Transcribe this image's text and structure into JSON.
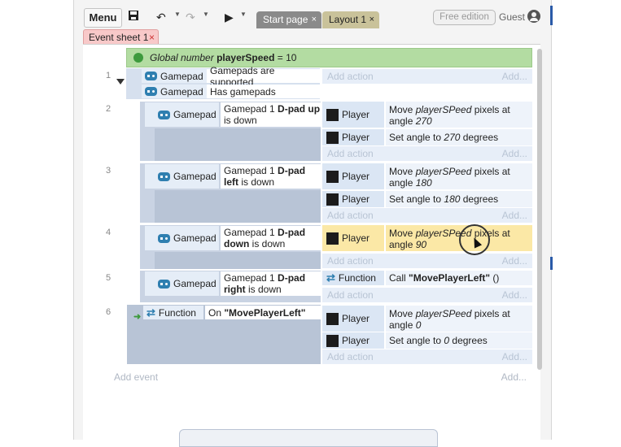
{
  "toolbar": {
    "menu": "Menu"
  },
  "tabs": [
    {
      "label": "Start page",
      "close": "×"
    },
    {
      "label": "Layout 1",
      "close": "×"
    }
  ],
  "account": {
    "edition": "Free edition",
    "user": "Guest"
  },
  "sheet_tab": {
    "label": "Event sheet 1",
    "close": "×"
  },
  "global_var": {
    "prefix": "Global number",
    "name": "playerSpeed",
    "value": "= 10"
  },
  "events": {
    "e1": {
      "num": "1",
      "c1_obj": "Gamepad",
      "c1_text": "Gamepads are supported",
      "c2_obj": "Gamepad",
      "c2_text": "Has gamepads"
    },
    "e2": {
      "num": "2",
      "obj": "Gamepad",
      "cond_a": "Gamepad 1 ",
      "cond_b": "D-pad up",
      "cond_c": " is down",
      "a1_obj": "Player",
      "a1_a": "Move ",
      "a1_b": "playerSPeed",
      "a1_c": " pixels at angle ",
      "a1_d": "270",
      "a2_obj": "Player",
      "a2_a": "Set angle to ",
      "a2_b": "270",
      "a2_c": " degrees"
    },
    "e3": {
      "num": "3",
      "obj": "Gamepad",
      "cond_a": "Gamepad 1 ",
      "cond_b": "D-pad left",
      "cond_c": " is down",
      "a1_obj": "Player",
      "a1_a": "Move ",
      "a1_b": "playerSPeed",
      "a1_c": " pixels at angle ",
      "a1_d": "180",
      "a2_obj": "Player",
      "a2_a": "Set angle to ",
      "a2_b": "180",
      "a2_c": " degrees"
    },
    "e4": {
      "num": "4",
      "obj": "Gamepad",
      "cond_a": "Gamepad 1 ",
      "cond_b": "D-pad down",
      "cond_c": " is down",
      "a1_obj": "Player",
      "a1_a": "Move ",
      "a1_b": "playerSPeed",
      "a1_c": " pixels at angle ",
      "a1_d": "90"
    },
    "e5": {
      "num": "5",
      "obj": "Gamepad",
      "cond_a": "Gamepad 1 ",
      "cond_b": "D-pad right",
      "cond_c": " is down",
      "a1_obj": "Function",
      "a1_a": "Call ",
      "a1_b": "\"MovePlayerLeft\"",
      "a1_c": " ()"
    },
    "e6": {
      "num": "6",
      "obj": "Function",
      "cond_a": "On ",
      "cond_b": "\"MovePlayerLeft\"",
      "a1_obj": "Player",
      "a1_a": "Move ",
      "a1_b": "playerSPeed",
      "a1_c": " pixels at angle ",
      "a1_d": "0",
      "a2_obj": "Player",
      "a2_a": "Set angle to ",
      "a2_b": "0",
      "a2_c": " degrees"
    }
  },
  "add_action": "Add action",
  "more": "Add...",
  "add_event": "Add event",
  "colors": {
    "global_bg": "#b3dca2",
    "highlight": "#fbe8a6",
    "tab_active": "#c9c29a",
    "sheet_tab": "#f8c9c9"
  }
}
